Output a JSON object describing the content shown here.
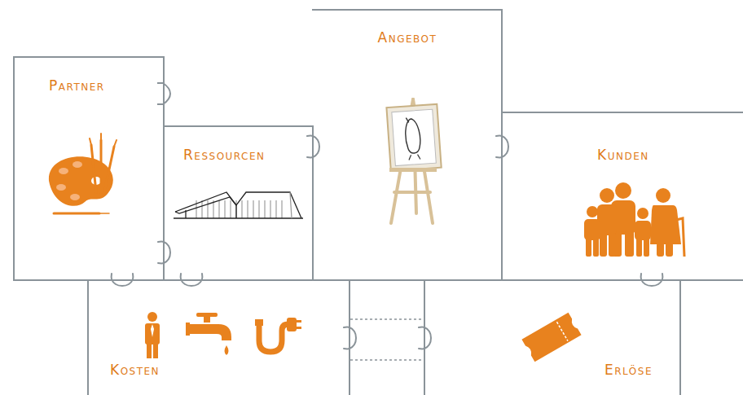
{
  "diagram": {
    "nodes": [
      {
        "text": [
          "Partner"
        ]
      },
      {
        "text": [
          "Ressourcen"
        ]
      },
      {
        "text": [
          "Angebot"
        ]
      },
      {
        "text": [
          "Kunden"
        ]
      },
      {
        "text": [
          "Kosten"
        ]
      },
      {
        "text": [
          "Erlöse"
        ]
      }
    ],
    "edges": [
      {
        "from": 0,
        "to": 1,
        "arrow": "none"
      },
      {
        "from": 1,
        "to": 2,
        "arrow": "none"
      },
      {
        "from": 2,
        "to": 3,
        "arrow": "none"
      },
      {
        "from": 0,
        "to": 4,
        "arrow": "none"
      },
      {
        "from": 1,
        "to": 4,
        "arrow": "none"
      },
      {
        "from": 3,
        "to": 5,
        "arrow": "none"
      },
      {
        "from": 4,
        "to": 5,
        "arrow": "none"
      }
    ]
  }
}
